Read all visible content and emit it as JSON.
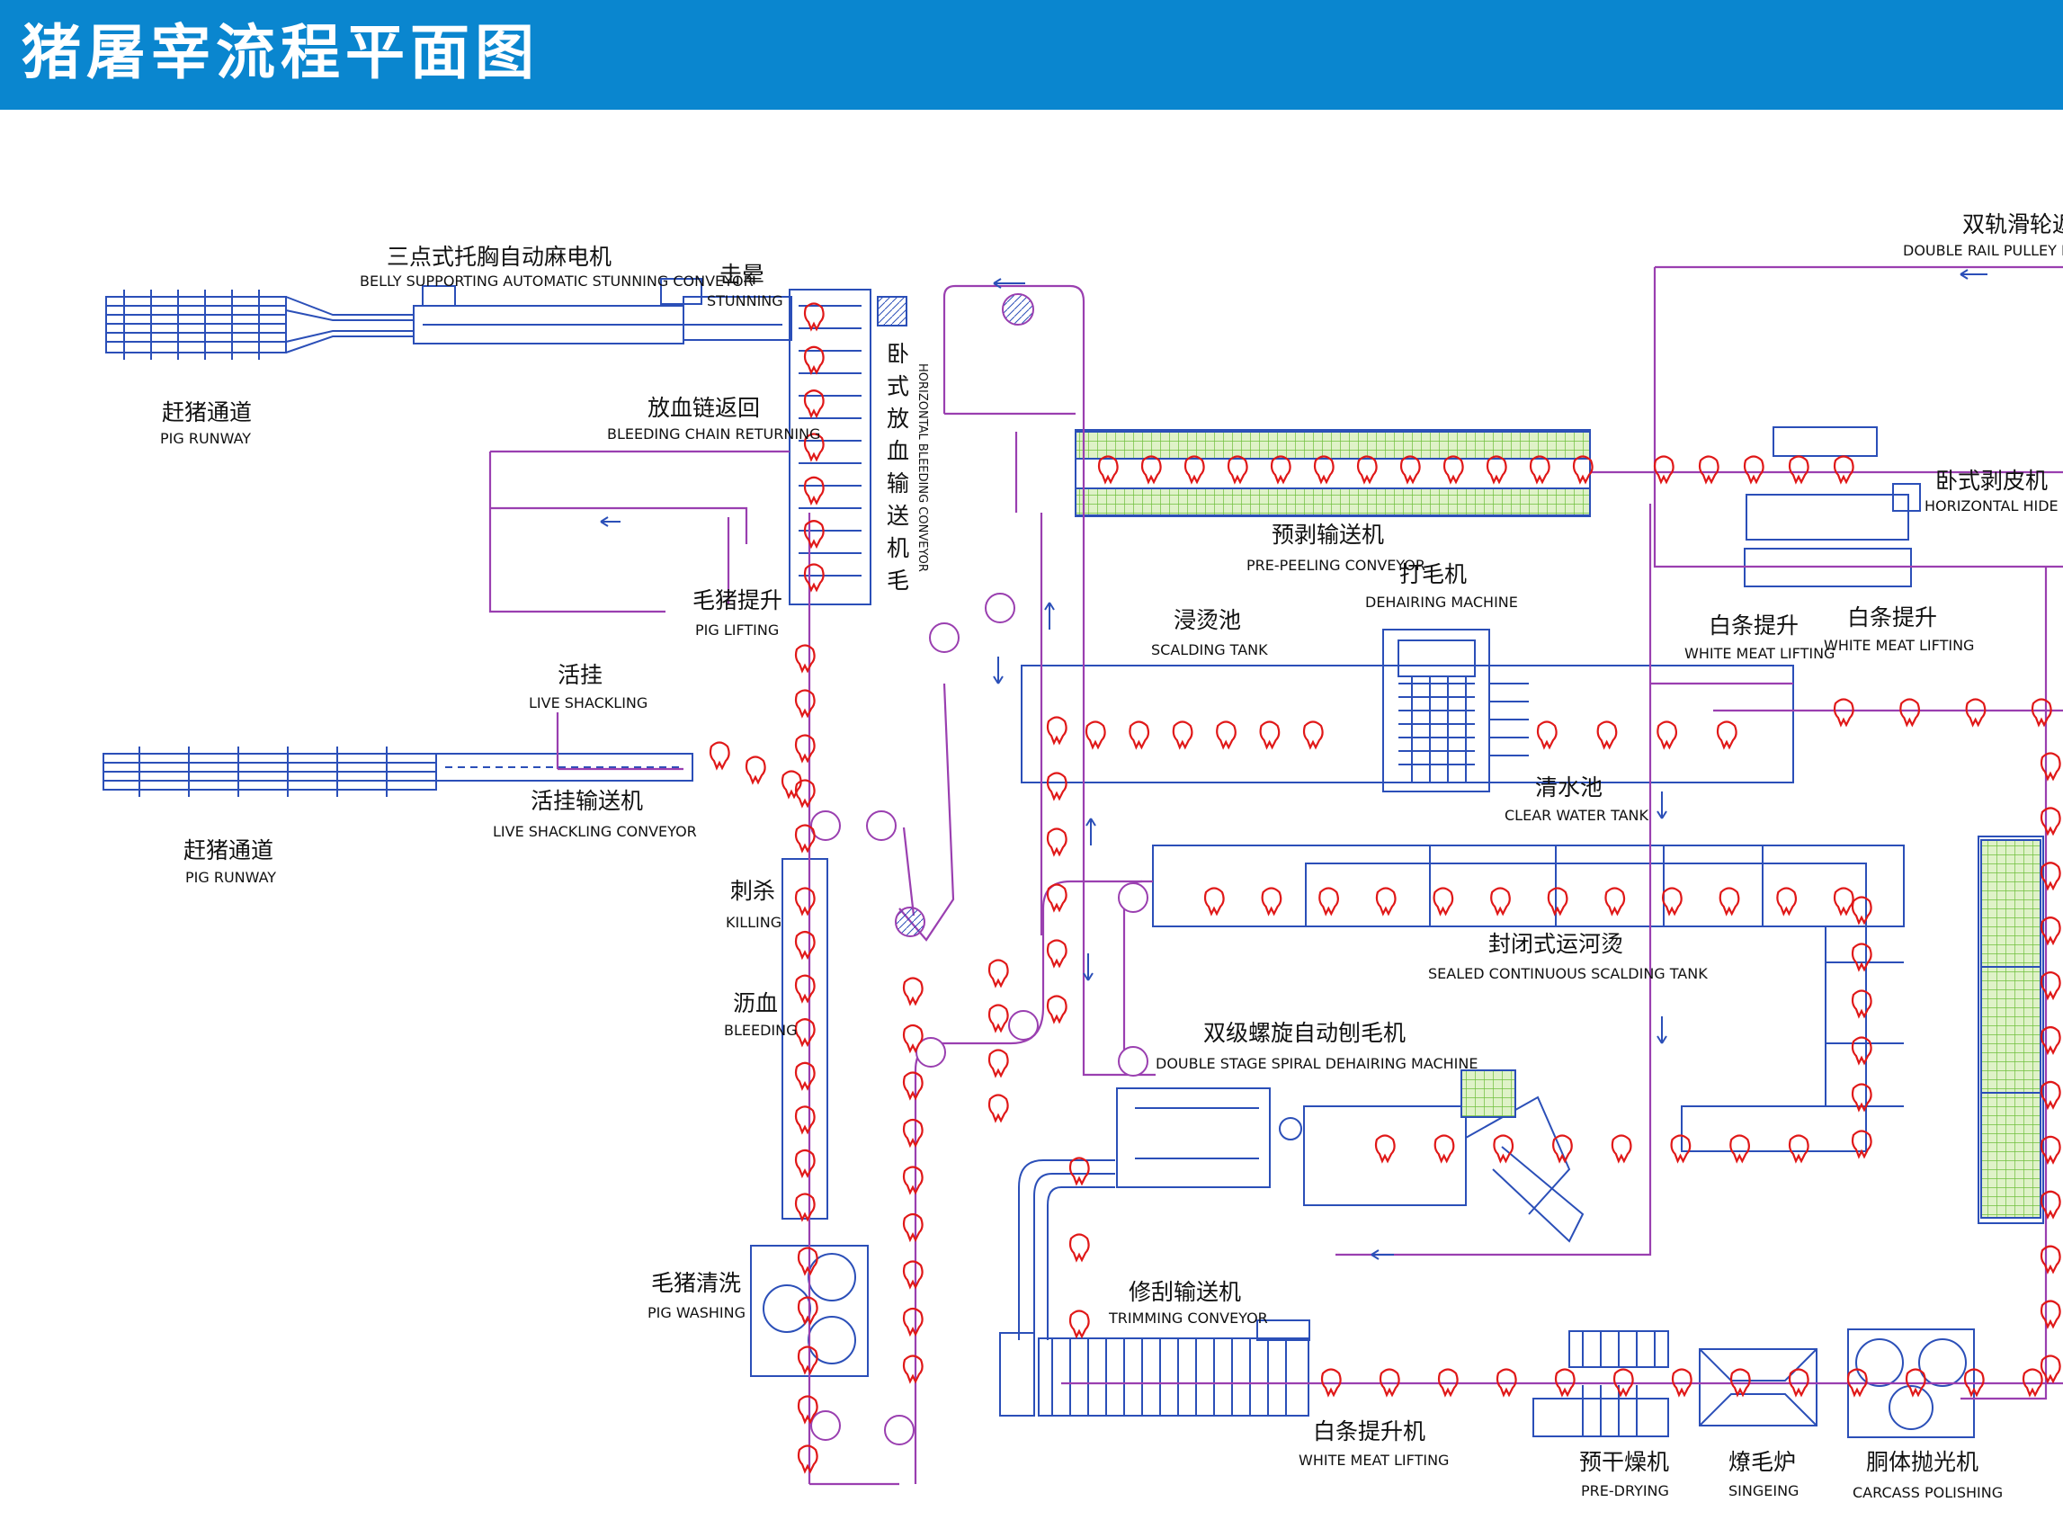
{
  "title": "猪屠宰流程平面图",
  "colors": {
    "header": "#0a86cf",
    "machine": "#2b4fb8",
    "rail": "#9a3fb0",
    "carcass": "#e01818",
    "mesh": "#6fbf3c",
    "accent": "#1aa7a0"
  },
  "stations": [
    {
      "id": "belly-stunning",
      "zh": "三点式托胸自动麻电机",
      "en": "BELLY SUPPORTING AUTOMATIC STUNNING CONVEYOR"
    },
    {
      "id": "stunning",
      "zh": "击晕",
      "en": "STUNNING"
    },
    {
      "id": "pig-runway-1",
      "zh": "赶猪通道",
      "en": "PIG RUNWAY"
    },
    {
      "id": "bleeding-chain-returning",
      "zh": "放血链返回",
      "en": "BLEEDING CHAIN RETURNING"
    },
    {
      "id": "pig-lifting",
      "zh": "毛猪提升",
      "en": "PIG LIFTING"
    },
    {
      "id": "live-shackling",
      "zh": "活挂",
      "en": "LIVE SHACKLING"
    },
    {
      "id": "live-shackling-conveyor",
      "zh": "活挂输送机",
      "en": "LIVE SHACKLING CONVEYOR"
    },
    {
      "id": "pig-runway-2",
      "zh": "赶猪通道",
      "en": "PIG RUNWAY"
    },
    {
      "id": "killing",
      "zh": "刺杀",
      "en": "KILLING"
    },
    {
      "id": "bleeding",
      "zh": "沥血",
      "en": "BLEEDING"
    },
    {
      "id": "pig-washing",
      "zh": "毛猪清洗",
      "en": "PIG WASHING"
    },
    {
      "id": "pre-peeling-conveyor",
      "zh": "预剥输送机",
      "en": "PRE-PEELING CONVEYOR"
    },
    {
      "id": "dehairing-machine",
      "zh": "打毛机",
      "en": "DEHAIRING MACHINE"
    },
    {
      "id": "scalding-tank",
      "zh": "浸烫池",
      "en": "SCALDING TANK"
    },
    {
      "id": "clear-water-tank",
      "zh": "清水池",
      "en": "CLEAR WATER TANK"
    },
    {
      "id": "white-meat-lifting-1",
      "zh": "白条提升",
      "en": "WHITE MEAT LIFTING"
    },
    {
      "id": "white-meat-lifting-2",
      "zh": "白条提升",
      "en": "WHITE MEAT LIFTING"
    },
    {
      "id": "horizontal-hide-removal",
      "zh": "卧式剥皮机",
      "en": "HORIZONTAL HIDE REM"
    },
    {
      "id": "double-rail-pulley",
      "zh": "双轨滑轮返回",
      "en": "DOUBLE RAIL PULLEY RETUR"
    },
    {
      "id": "sealed-scalding",
      "zh": "封闭式运河烫",
      "en": "SEALED CONTINUOUS SCALDING TANK"
    },
    {
      "id": "spiral-dehairing",
      "zh": "双级螺旋自动刨毛机",
      "en": "DOUBLE STAGE SPIRAL DEHAIRING MACHINE"
    },
    {
      "id": "trimming-conveyor",
      "zh": "修刮输送机",
      "en": "TRIMMING CONVEYOR"
    },
    {
      "id": "white-meat-lifting-3",
      "zh": "白条提升机",
      "en": "WHITE MEAT LIFTING"
    },
    {
      "id": "pre-drying",
      "zh": "预干燥机",
      "en": "PRE-DRYING"
    },
    {
      "id": "singeing",
      "zh": "燎毛炉",
      "en": "SINGEING"
    },
    {
      "id": "carcass-polishing",
      "zh": "胴体抛光机",
      "en": "CARCASS POLISHING"
    }
  ],
  "vertical_label": {
    "zh": "卧式放血输送机毛",
    "en": "HORIZONTAL BLEEDING CONVEYOR"
  }
}
